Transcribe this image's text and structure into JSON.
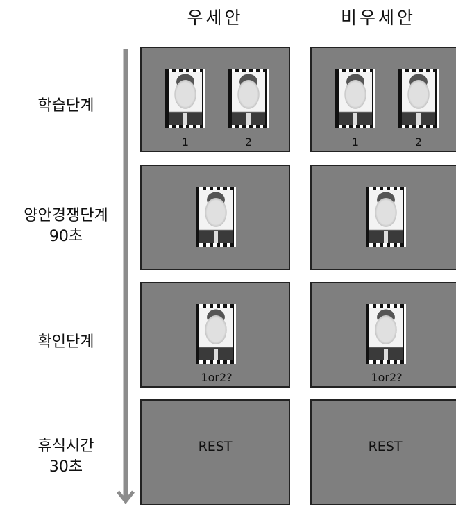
{
  "columns": {
    "dominant": "우세안",
    "non_dominant": "비우세안"
  },
  "rows": {
    "learning": {
      "label": "학습단계"
    },
    "rivalry": {
      "label": "양안경쟁단계",
      "duration": "90초"
    },
    "check": {
      "label": "확인단계",
      "prompt": "1or2?"
    },
    "rest": {
      "label": "휴식시간",
      "duration": "30초",
      "panel_text": "REST"
    }
  },
  "face_labels": {
    "first": "1",
    "second": "2"
  },
  "colors": {
    "panel": "#7f7f7f",
    "arrow": "#8c8c8c"
  }
}
